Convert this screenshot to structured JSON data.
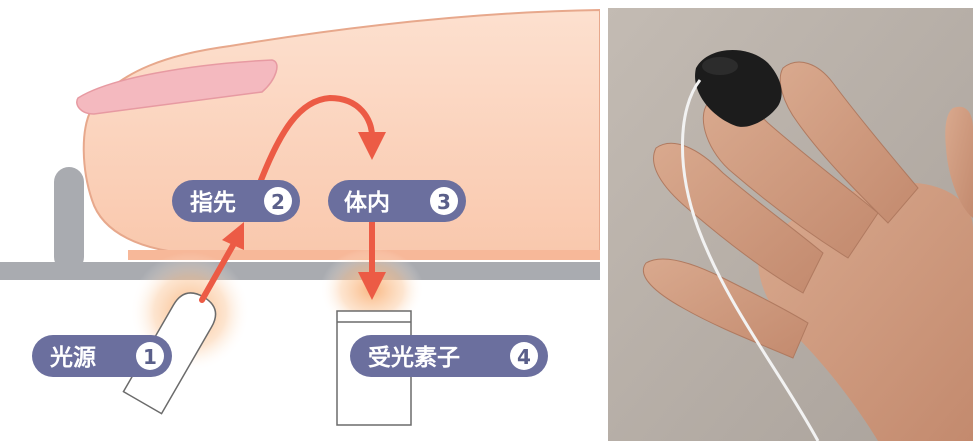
{
  "labels": {
    "light_source": {
      "text": "光源",
      "number": "1"
    },
    "fingertip": {
      "text": "指先",
      "number": "2"
    },
    "inside_body": {
      "text": "体内",
      "number": "3"
    },
    "photodetector": {
      "text": "受光素子",
      "number": "4"
    }
  },
  "colors": {
    "label_bg": "#6b6f9e",
    "label_text": "#ffffff",
    "number_text": "#5a5f8a",
    "finger_skin": "#fbd3bc",
    "finger_outline": "#e7a88c",
    "nail": "#f4b9bf",
    "arrow": "#ec5b45",
    "base": "#a9abb0",
    "glow": "#f9b47d",
    "photo_bg": "#b9b1aa",
    "sensor": "#1c1c1c",
    "cable": "#f2f2f2"
  },
  "icons": {
    "light_source": "led-emitter-icon",
    "photodetector": "photodiode-icon",
    "finger_clip": "pulse-oximeter-clip-icon"
  }
}
